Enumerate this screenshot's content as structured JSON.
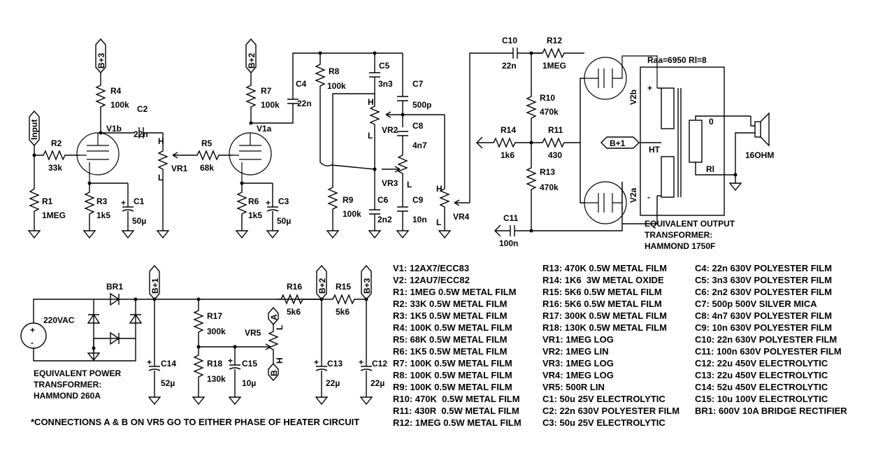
{
  "labels": {
    "input": "Input",
    "bplus3_a": "B+3",
    "bplus2_a": "B+2",
    "bplus1_a": "B+1",
    "bplus1_p": "B+1",
    "bplus2_p": "B+2",
    "bplus3_p": "B+3",
    "v1b": "V1b",
    "v1a": "V1a",
    "v2a": "V2a",
    "v2b": "V2b",
    "r1": "R1",
    "r1v": "1MEG",
    "r2": "R2",
    "r2v": "33k",
    "r3": "R3",
    "r3v": "1k5",
    "r4": "R4",
    "r4v": "100k",
    "r5": "R5",
    "r5v": "68k",
    "r6": "R6",
    "r6v": "1k5",
    "r7": "R7",
    "r7v": "100k",
    "r8": "R8",
    "r8v": "100k",
    "r9": "R9",
    "r9v": "100k",
    "r10": "R10",
    "r10v": "470k",
    "r11": "R11",
    "r11v": "430",
    "r12": "R12",
    "r12v": "1MEG",
    "r13": "R13",
    "r13v": "470k",
    "r14": "R14",
    "r14v": "1k6",
    "r15": "R15",
    "r15v": "5k6",
    "r16": "R16",
    "r16v": "5k6",
    "r17": "R17",
    "r17v": "300k",
    "r18": "R18",
    "r18v": "130k",
    "c1": "C1",
    "c1v": "50µ",
    "c2": "C2",
    "c2v": "22n",
    "c3": "C3",
    "c3v": "50µ",
    "c4": "C4",
    "c4v": "22n",
    "c5": "C5",
    "c5v": "3n3",
    "c6": "C6",
    "c6v": "2n2",
    "c7": "C7",
    "c7v": "500p",
    "c8": "C8",
    "c8v": "4n7",
    "c9": "C9",
    "c9v": "10n",
    "c10": "C10",
    "c10v": "22n",
    "c11": "C11",
    "c11v": "100n",
    "c12": "C12",
    "c12v": "22µ",
    "c13": "C13",
    "c13v": "22µ",
    "c14": "C14",
    "c14v": "52µ",
    "c15": "C15",
    "c15v": "10µ",
    "vr1": "VR1",
    "vr2": "VR2",
    "vr3": "VR3",
    "vr4": "VR4",
    "vr5": "VR5",
    "h": "H",
    "l": "L",
    "br1": "BR1",
    "vac": "220VAC",
    "raa": "Raa=6950 Rl=8",
    "ht": "HT",
    "zero": "0",
    "rl": "Rl",
    "plus": "+",
    "minus": "-",
    "ohm": "16OHM",
    "term_a": "A",
    "term_b": "B",
    "out_xfmr": "EQUIVALENT OUTPUT\nTRANSFORMER:\nHAMMOND 1750F",
    "pwr_xfmr": "EQUIVALENT POWER\nTRANSFORMER:\nHAMMOND 260A",
    "footnote": "*CONNECTIONS A & B ON VR5 GO TO EITHER PHASE OF HEATER CIRCUIT"
  },
  "bom": {
    "col1": "V1: 12AX7/ECC83\nV2: 12AU7/ECC82\nR1: 1MEG 0.5W METAL FILM\nR2: 33K 0.5W METAL FILM\nR3: 1K5 0.5W METAL FILM\nR4: 100K 0.5W METAL FILM\nR5: 68K 0.5W METAL FILM\nR6: 1K5 0.5W METAL FILM\nR7: 100K 0.5W METAL FILM\nR8: 100K 0.5W METAL FILM\nR9: 100K 0.5W METAL FILM\nR10: 470K  0.5W METAL FILM\nR11: 430R  0.5W METAL FILM\nR12: 1MEG 0.5W METAL FILM",
    "col2": "R13: 470K 0.5W METAL FILM\nR14: 1K6  3W METAL OXIDE\nR15: 5K6 0.5W METAL FILM\nR16: 5K6 0.5W METAL FILM\nR17: 300K 0.5W METAL FILM\nR18: 130K 0.5W METAL FILM\nVR1: 1MEG LOG\nVR2: 1MEG LIN\nVR3: 1MEG LOG\nVR4: 1MEG LOG\nVR5: 500R LIN\nC1: 50u 25V ELECTROLYTIC\nC2: 22n 630V POLYESTER FILM\nC3: 50u 25V ELECTROLYTIC",
    "col3": "C4: 22n 630V POLYESTER FILM\nC5: 3n3 630V POLYESTER FILM\nC6: 2n2 630V POLYESTER FILM\nC7: 500p 500V SILVER MICA\nC8: 4n7 630V POLYESTER FILM\nC9: 10n 630V POLYESTER FILM\nC10: 22n 630V POLYESTER FILM\nC11: 100n 630V POLYESTER FILM\nC12: 22u 450V ELECTROLYTIC\nC13: 22u 450V ELECTROLYTIC\nC14: 52u 450V ELECTROLYTIC\nC15: 10u 100V ELECTROLYTIC\nBR1: 600V 10A BRIDGE RECTIFIER"
  }
}
